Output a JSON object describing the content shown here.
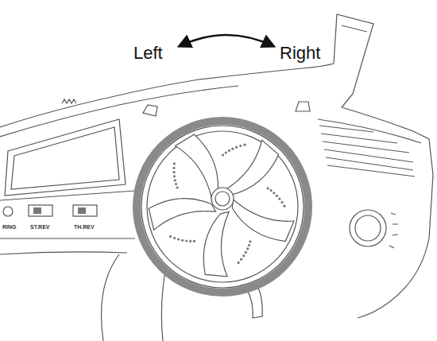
{
  "diagram": {
    "labels": [
      "Left",
      "Right",
      "RING",
      "ST.REV",
      "TH.REV"
    ]
  }
}
